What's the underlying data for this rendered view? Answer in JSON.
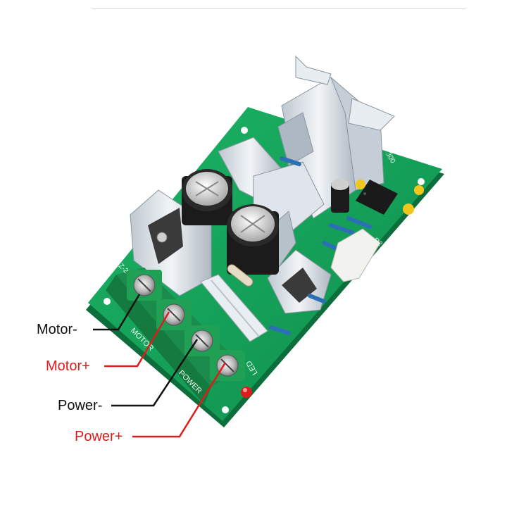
{
  "board": {
    "silkscreen": {
      "motor": "MOTOR",
      "power": "POWER",
      "led": "LED",
      "r2": "R2",
      "z2": "Z-2",
      "code": "300"
    }
  },
  "labels": [
    {
      "text": "Motor-",
      "color": "#111111"
    },
    {
      "text": "Motor+",
      "color": "#e01b1b"
    },
    {
      "text": "Power-",
      "color": "#111111"
    },
    {
      "text": "Power+",
      "color": "#e01b1b"
    }
  ],
  "colors": {
    "pcb": "#16a75c",
    "pcb_dark": "#0e7f45",
    "terminal": "#1f9a52",
    "heatsink": "#d6dde3",
    "led": "#e01b1b"
  }
}
